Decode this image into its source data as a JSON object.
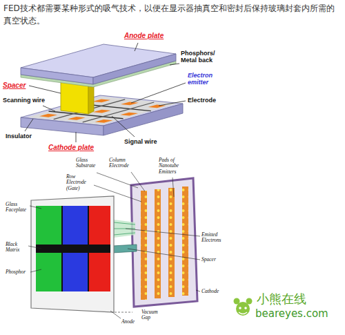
{
  "diagram": {
    "title": "FED技术都需要某种形式的吸气技术，以便在显示器抽真空和密封后保持玻璃封套内所需的真空状态。",
    "labels": [
      "Anode plate",
      "Phosphors/ Metal back",
      "Spacer",
      "Electron emitter",
      "Electrode",
      "Scanning wire",
      "Signal wire",
      "Insulator",
      "Cathode plate",
      "Glass Substrate",
      "Column Electrode",
      "Pads of Nanotube Emitters",
      "Row Electrode (Gate)",
      "Glass Faceplate",
      "Black Matrix",
      "Phosphor",
      "Emitted Electrons",
      "Spacer",
      "Cathode",
      "Vacuum Gap",
      "Anode",
      "小熊在线",
      "beareyes.com"
    ]
  }
}
